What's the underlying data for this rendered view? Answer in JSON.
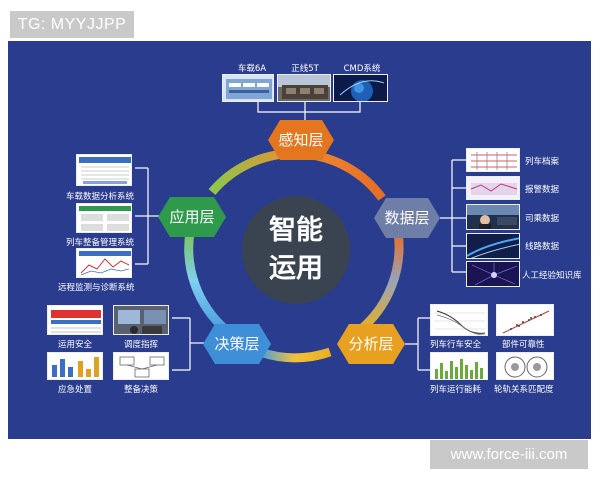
{
  "watermark": {
    "top_left": "TG: MYYJJPP",
    "bottom_right": "www.force-iii.com"
  },
  "center": {
    "line1": "智能",
    "line2": "运用"
  },
  "layers": {
    "perception": "感知层",
    "data": "数据层",
    "analysis": "分析层",
    "decision": "决策层",
    "application": "应用层"
  },
  "perception_items": [
    "车载6A",
    "正线5T",
    "CMD系统"
  ],
  "data_items": [
    "列车档案",
    "报警数据",
    "司乘数据",
    "线路数据",
    "人工经验知识库"
  ],
  "analysis_items": [
    "列车行车安全",
    "部件可靠性",
    "列车运行能耗",
    "轮轨关系匹配度"
  ],
  "decision_items": [
    "运用安全",
    "调度指挥",
    "应急处置",
    "整备决策"
  ],
  "application_items": [
    "车载数据分析系统",
    "列车整备管理系统",
    "远程监测与诊断系统"
  ],
  "colors": {
    "panel_bg": "#2a3c8e",
    "perception": "#e4761f",
    "data": "#6f7ea6",
    "analysis": "#e8a020",
    "decision": "#3f8fd8",
    "application": "#2f9a4c",
    "center": "#3a4450"
  }
}
